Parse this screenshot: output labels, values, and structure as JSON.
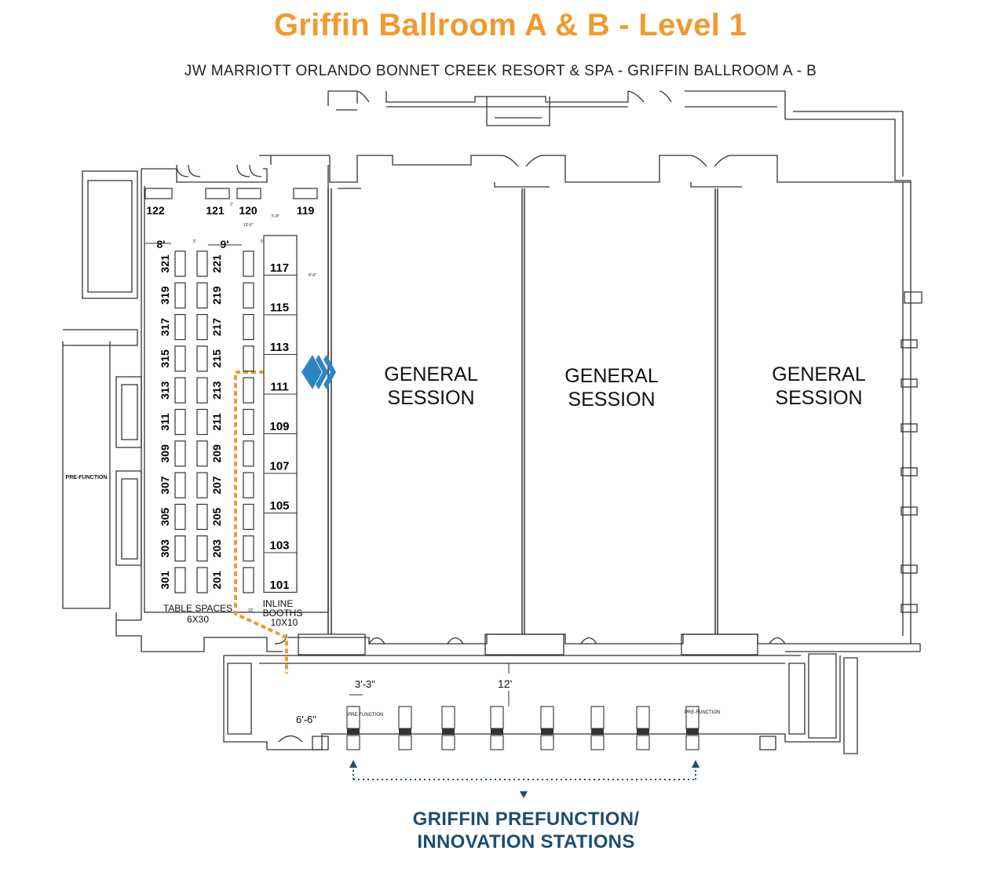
{
  "title": "Griffin Ballroom A & B - Level 1",
  "subtitle": "JW MARRIOTT ORLANDO BONNET CREEK RESORT & SPA - GRIFFIN BALLROOM A - B",
  "colors": {
    "accent": "#f09a2e",
    "navy": "#1d4e6e",
    "chevron": "#2e86c1",
    "walls": "#333333"
  },
  "rooms": {
    "general_session": [
      "GENERAL",
      "SESSION"
    ],
    "prefunction_side": "PRE-FUNCTION",
    "prefunction_corridor_1": "PRE-FUNCTION",
    "prefunction_corridor_2": "PRE-FUNCTION"
  },
  "booths": {
    "top_row": [
      "122",
      "121",
      "120",
      "119"
    ],
    "column_300": [
      "321",
      "319",
      "317",
      "315",
      "313",
      "311",
      "309",
      "307",
      "305",
      "303",
      "301"
    ],
    "column_200": [
      "221",
      "219",
      "217",
      "215",
      "213",
      "211",
      "209",
      "207",
      "205",
      "203",
      "201"
    ],
    "inline": [
      "117",
      "115",
      "113",
      "111",
      "109",
      "107",
      "105",
      "103",
      "101"
    ]
  },
  "dimensions": {
    "width_8": "8'",
    "width_9": "9'",
    "corridor_12": "12'",
    "station_width": "3'-3\"",
    "station_depth": "6'-6\"",
    "small_1": "5'",
    "small_2": "5'",
    "small_3": "2'",
    "small_4": "13'-6\"",
    "small_5": "5'-8\"",
    "small_6": "8'-6\"",
    "small_7": "10'"
  },
  "labels": {
    "table_spaces": "TABLE SPACES",
    "table_spaces_size": "6X30",
    "inline_booths": "INLINE",
    "inline_booths_2": "BOOTHS",
    "inline_booths_size": "10X10",
    "prefunction_line1": "GRIFFIN PREFUNCTION/",
    "prefunction_line2": "INNOVATION STATIONS"
  }
}
